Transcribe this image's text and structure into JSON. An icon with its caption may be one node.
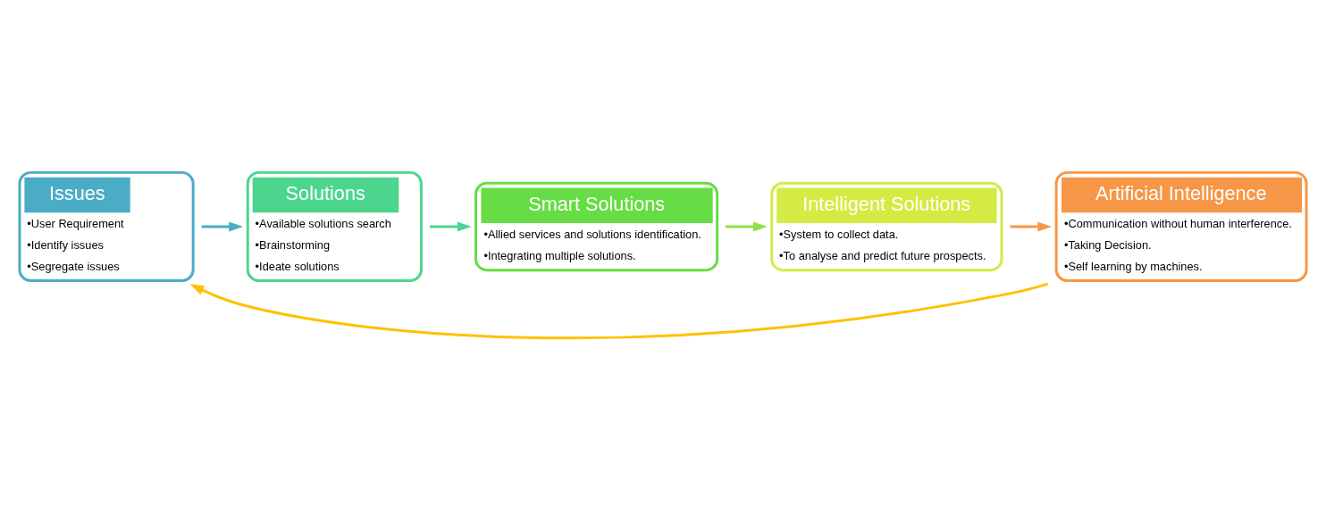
{
  "diagram": {
    "nodes": [
      {
        "text": [
          "Issues",
          "•User Requirement",
          "•Identify issues",
          "•Segregate issues"
        ]
      },
      {
        "text": [
          "Solutions",
          "•Available solutions search",
          "•Brainstorming",
          "•Ideate solutions"
        ]
      },
      {
        "text": [
          "Smart Solutions",
          "•Allied services and solutions identification.",
          "•Integrating multiple solutions."
        ]
      },
      {
        "text": [
          "Intelligent Solutions",
          "•System to collect data.",
          "•To analyse and predict future prospects."
        ]
      },
      {
        "text": [
          "Artificial Intelligence",
          "•Communication without human interference.",
          "•Taking Decision.",
          "•Self learning by machines."
        ]
      }
    ],
    "edges": [
      {
        "from": 0,
        "to": 1,
        "arrow": "to",
        "color": "#4bacc6"
      },
      {
        "from": 1,
        "to": 2,
        "arrow": "to",
        "color": "#4cd68d"
      },
      {
        "from": 2,
        "to": 3,
        "arrow": "to",
        "color": "#92e04a"
      },
      {
        "from": 3,
        "to": 4,
        "arrow": "to",
        "color": "#f79646"
      },
      {
        "from": 4,
        "to": 0,
        "arrow": "to",
        "color": "#ffc000"
      }
    ]
  }
}
